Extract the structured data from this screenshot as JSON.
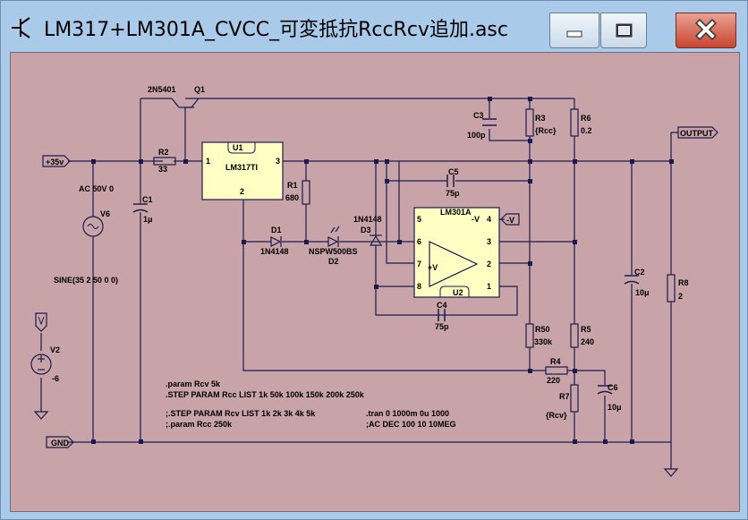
{
  "window": {
    "title": "LM317+LM301A_CVCC_可変抵抗RccRcv追加.asc",
    "buttons": {
      "minimize": "minimize-icon",
      "maximize": "maximize-icon",
      "close": "close-icon"
    }
  },
  "labels": {
    "q1_model": "2N5401",
    "q1_name": "Q1",
    "r2_name": "R2",
    "r2_value": "33",
    "in_net": "+35v",
    "v6_ac": "AC 50V 0",
    "v6_name": "V6",
    "v6_sine": "SINE(35 2 50 0 0)",
    "c1_name": "C1",
    "c1_value": "1μ",
    "u1_name": "U1",
    "u1_model": "LM317TI",
    "u1_pin1": "1",
    "u1_pin2": "2",
    "u1_pin3": "3",
    "r1_name": "R1",
    "r1_value": "680",
    "d1_name": "D1",
    "d1_model": "1N4148",
    "d2_model": "NSPW500BS",
    "d2_name": "D2",
    "d3_model": "1N4148",
    "d3_name": "D3",
    "c3_name": "C3",
    "c3_value": "100p",
    "r3_name": "R3",
    "r3_value": "{Rcc}",
    "r6_name": "R6",
    "r6_value": "0.2",
    "c5_name": "C5",
    "c5_value": "75p",
    "u2_model": "LM301A",
    "u2_name": "U2",
    "u2_p4": "4",
    "u2_p5": "5",
    "u2_p6": "6",
    "u2_p7": "7",
    "u2_p8": "8",
    "u2_p1": "1",
    "u2_p2": "2",
    "u2_p3": "3",
    "u2_minus_v": "-V",
    "u2_plus_v": "+V",
    "neg_net": "-V",
    "c4_name": "C4",
    "c4_value": "75p",
    "out_net": "OUTPUT",
    "c2_name": "C2",
    "c2_value": "10μ",
    "r8_name": "R8",
    "r8_value": "2",
    "r50_name": "R50",
    "r50_value": "330k",
    "r5_name": "R5",
    "r5_value": "240",
    "r4_name": "R4",
    "r4_value": "220",
    "r7_name": "R7",
    "r7_value": "{Rcv}",
    "c6_name": "C6",
    "c6_value": "10μ",
    "v2_name": "V2",
    "v2_value": "-6",
    "gnd_net": "GND"
  },
  "directives": {
    "line1": ".param Rcv 5k",
    "line2": ".STEP PARAM Rcc LIST    1k 50k 100k 150k 200k 250k",
    "line3": ";.STEP PARAM Rcv LIST    1k 2k 3k 4k 5k",
    "line4": ";.param Rcc 250k",
    "line5": ".tran 0 1000m 0u 1000",
    "line6": ";AC DEC 100 10 10MEG"
  }
}
